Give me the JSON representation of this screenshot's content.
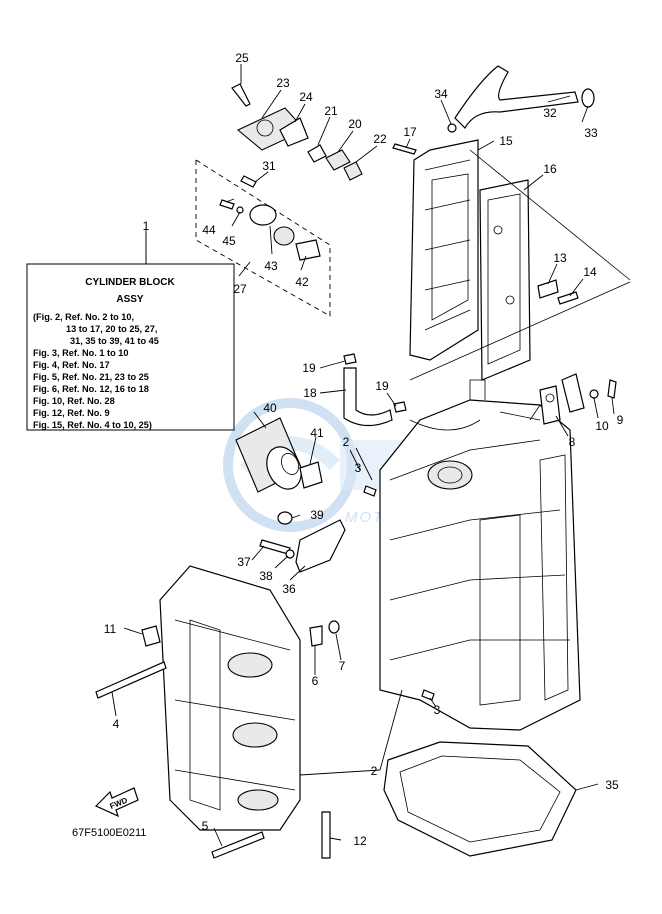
{
  "legend": {
    "number": "1",
    "title_line1": "CYLINDER BLOCK",
    "title_line2": "ASSY",
    "lines": [
      "(Fig. 2, Ref. No. 2 to 10,",
      "13 to 17, 20 to 25, 27,",
      "31, 35 to 39, 41 to 45",
      "Fig. 3, Ref. No. 1 to 10",
      "Fig. 4, Ref. No. 17",
      "Fig. 5, Ref. No. 21, 23 to 25",
      "Fig. 6, Ref. No. 12, 16 to 18",
      "Fig. 10, Ref. No. 28",
      "Fig. 12, Ref. No. 9",
      "Fig. 15, Ref. No. 4 to 10, 25)"
    ]
  },
  "callouts": {
    "c2a": "2",
    "c2b": "2",
    "c3a": "3",
    "c3b": "3",
    "c4": "4",
    "c5": "5",
    "c6": "6",
    "c7": "7",
    "c8": "8",
    "c9": "9",
    "c10": "10",
    "c11": "11",
    "c12": "12",
    "c13": "13",
    "c14": "14",
    "c15": "15",
    "c16": "16",
    "c17": "17",
    "c18": "18",
    "c19a": "19",
    "c19b": "19",
    "c20": "20",
    "c21": "21",
    "c22": "22",
    "c23": "23",
    "c24": "24",
    "c25": "25",
    "c27": "27",
    "c31": "31",
    "c32": "32",
    "c33": "33",
    "c34": "34",
    "c35": "35",
    "c36": "36",
    "c37": "37",
    "c38": "38",
    "c39": "39",
    "c40": "40",
    "c41": "41",
    "c42": "42",
    "c43": "43",
    "c44": "44",
    "c45": "45"
  },
  "fwd_label": "FWD",
  "diagram_code": "67F5100E0211",
  "watermark": "MOTORPARTS",
  "colors": {
    "line": "#000000",
    "watermark": "#a9c9e8",
    "background": "#ffffff"
  }
}
